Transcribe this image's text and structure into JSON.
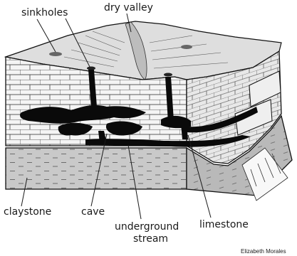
{
  "labels": {
    "sinkholes": "sinkholes",
    "dry_valley": "dry valley",
    "claystone": "claystone",
    "cave": "cave",
    "underground_stream_1": "underground",
    "underground_stream_2": "stream",
    "limestone": "limestone"
  },
  "credit": "Elizabeth Morales",
  "colors": {
    "ink": "#111111",
    "limestone_face": "#f4f4f4",
    "surface": "#dedede",
    "claystone": "#c9c9c9",
    "cave": "#0a0a0a"
  }
}
